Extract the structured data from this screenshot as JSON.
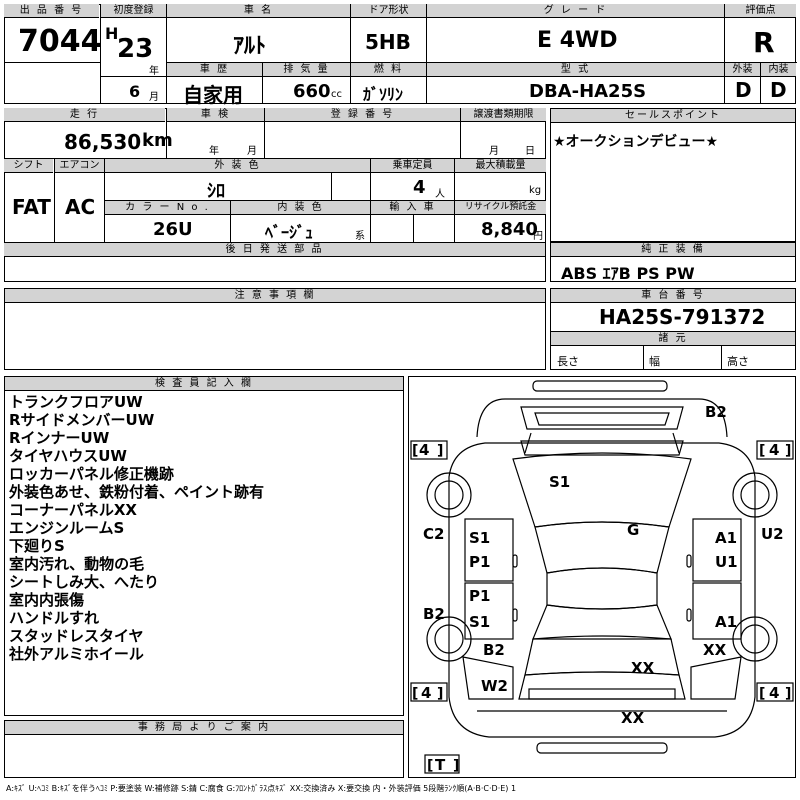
{
  "headers": {
    "lot_no": "出 品 番 号",
    "first_reg": "初度登録",
    "car_name": "車 名",
    "door": "ドア形状",
    "grade": "グ レ ー ド",
    "score": "評価点",
    "history": "車 歴",
    "displacement": "排 気 量",
    "fuel": "燃 料",
    "model": "型 式",
    "exterior_score": "外装",
    "interior_score": "内装",
    "mileage": "走 行",
    "inspection": "車 検",
    "registration": "登 録 番 号",
    "transfer_deadline": "譲渡書類期限",
    "sales_point": "セールスポイント",
    "shift": "シフト",
    "aircon": "エアコン",
    "ext_color": "外 装 色",
    "capacity": "乗車定員",
    "max_load": "最大積載量",
    "color_no": "カ ラ ー N o .",
    "int_color": "内 装 色",
    "import": "輸 入 車",
    "recycle": "リサイクル預託金",
    "later_parts": "後 日 発 送 部 品",
    "genuine_equipment": "純 正 装 備",
    "caution": "注 意 事 項 欄",
    "chassis_no": "車 台 番 号",
    "specs": "諸 元",
    "inspector": "検 査 員 記 入 欄",
    "office_notice": "事 務 局 よ り ご 案 内"
  },
  "vehicle": {
    "lot_no": "7044",
    "era": "H",
    "year": "23",
    "year_unit": "年",
    "month": "6",
    "month_unit": "月",
    "car_name": "ｱﾙﾄ",
    "door": "5HB",
    "grade": "E 4WD",
    "score": "R",
    "history": "自家用",
    "displacement": "660",
    "displacement_unit": "cc",
    "fuel": "ｶﾞｿﾘﾝ",
    "model": "DBA-HA25S",
    "exterior_score": "D",
    "interior_score": "D",
    "mileage": "86,530",
    "mileage_unit": "km",
    "inspection_year_unit": "年",
    "inspection_month_unit": "月",
    "transfer_month_unit": "月",
    "transfer_day_unit": "日",
    "sales_point": "★オークションデビュー★",
    "shift": "FAT",
    "aircon": "AC",
    "ext_color": "ｼﾛ",
    "capacity": "4",
    "capacity_unit": "人",
    "max_load_unit": "kg",
    "color_no": "26U",
    "int_color": "ﾍﾞｰｼﾞｭ",
    "int_color_suffix": "系",
    "recycle": "8,840",
    "recycle_unit": "円",
    "genuine_equipment": "ABS ｴｱB PS PW",
    "chassis_no": "HA25S-791372",
    "length_label": "長さ",
    "width_label": "幅",
    "height_label": "高さ"
  },
  "inspector_notes": [
    "トランクフロアUW",
    "RサイドメンバーUW",
    "RインナーUW",
    "タイヤハウスUW",
    "ロッカーパネル修正機跡",
    "外装色あせ、鉄粉付着、ペイント跡有",
    "コーナーパネルXX",
    "エンジンルームS",
    "下廻りS",
    "室内汚れ、動物の毛",
    "シートしみ大、へたり",
    "室内内張傷",
    "ハンドルすれ",
    "スタッドレスタイヤ",
    "社外アルミホイール"
  ],
  "diagram": {
    "tire_labels": [
      "4",
      "4",
      "4",
      "4",
      "T"
    ],
    "marks": {
      "b2_top": "B2",
      "s1_hood": "S1",
      "g_roof": "G",
      "c2_left": "C2",
      "u2_right": "U2",
      "s1_left_front": "S1",
      "p1_left_front": "P1",
      "a1_right_front": "A1",
      "u1_right_front": "U1",
      "b2_left": "B2",
      "p1_left_rear": "P1",
      "s1_left_rear": "S1",
      "a1_right_rear": "A1",
      "b2_left_bottom": "B2",
      "xx_trunk": "XX",
      "xx_right": "XX",
      "w2_left": "W2",
      "xx_bottom": "XX"
    }
  },
  "legend": "A:ｷｽﾞ U:ﾍｺﾐ B:ｷｽﾞを伴うﾍｺﾐ P:要塗装 W:補修跡 S:錆 C:腐食 G:ﾌﾛﾝﾄｶﾞﾗｽ点ｷｽﾞ XX:交換済み X:要交換 内・外装評価 5段階ﾗﾝｸ順(A·B·C·D·E) 1"
}
